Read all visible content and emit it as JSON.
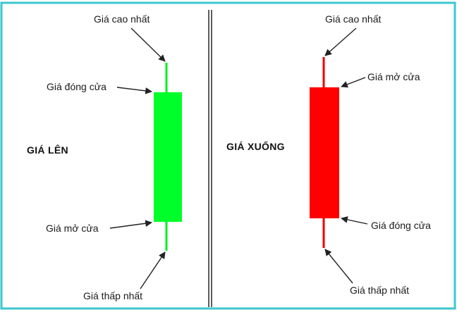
{
  "colors": {
    "frame_border": "#3cc6cf",
    "divider": "#333333",
    "bullish": "#00ff2a",
    "bearish": "#ff0000",
    "arrow": "#222222"
  },
  "left_panel": {
    "title": "GIÁ LÊN",
    "labels": {
      "high": "Giá cao nhất",
      "close": "Giá đóng cửa",
      "open": "Giá mở cửa",
      "low": "Giá thấp nhất"
    }
  },
  "right_panel": {
    "title": "GIÁ XUỐNG",
    "labels": {
      "high": "Giá cao nhất",
      "open": "Giá mở cửa",
      "close": "Giá đóng cửa",
      "low": "Giá thấp nhất"
    }
  }
}
